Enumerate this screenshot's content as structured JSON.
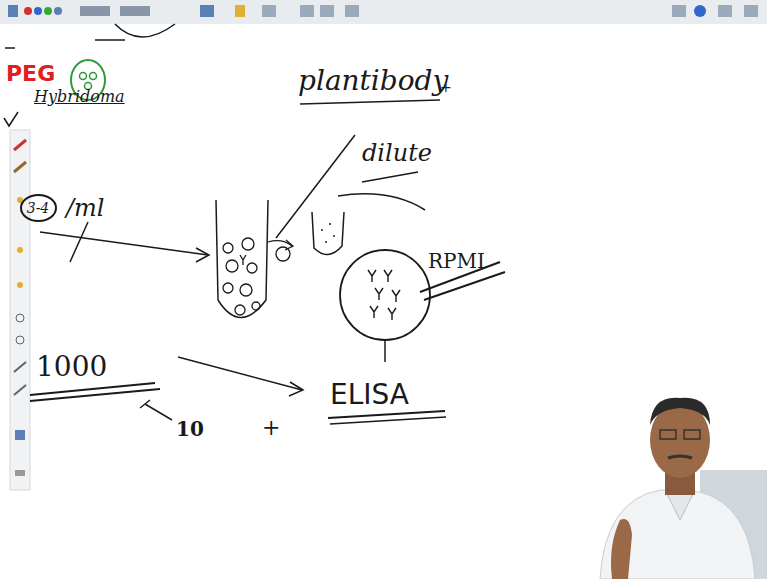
{
  "diagram": {
    "nodes": [
      {
        "text": [
          "3-4"
        ]
      }
    ],
    "labels": [
      "PEG",
      "Hybridoma",
      "/ml",
      "plantibody",
      "+",
      "dilute",
      "RPMI",
      "1000",
      "10",
      "+",
      "ELISA"
    ]
  }
}
